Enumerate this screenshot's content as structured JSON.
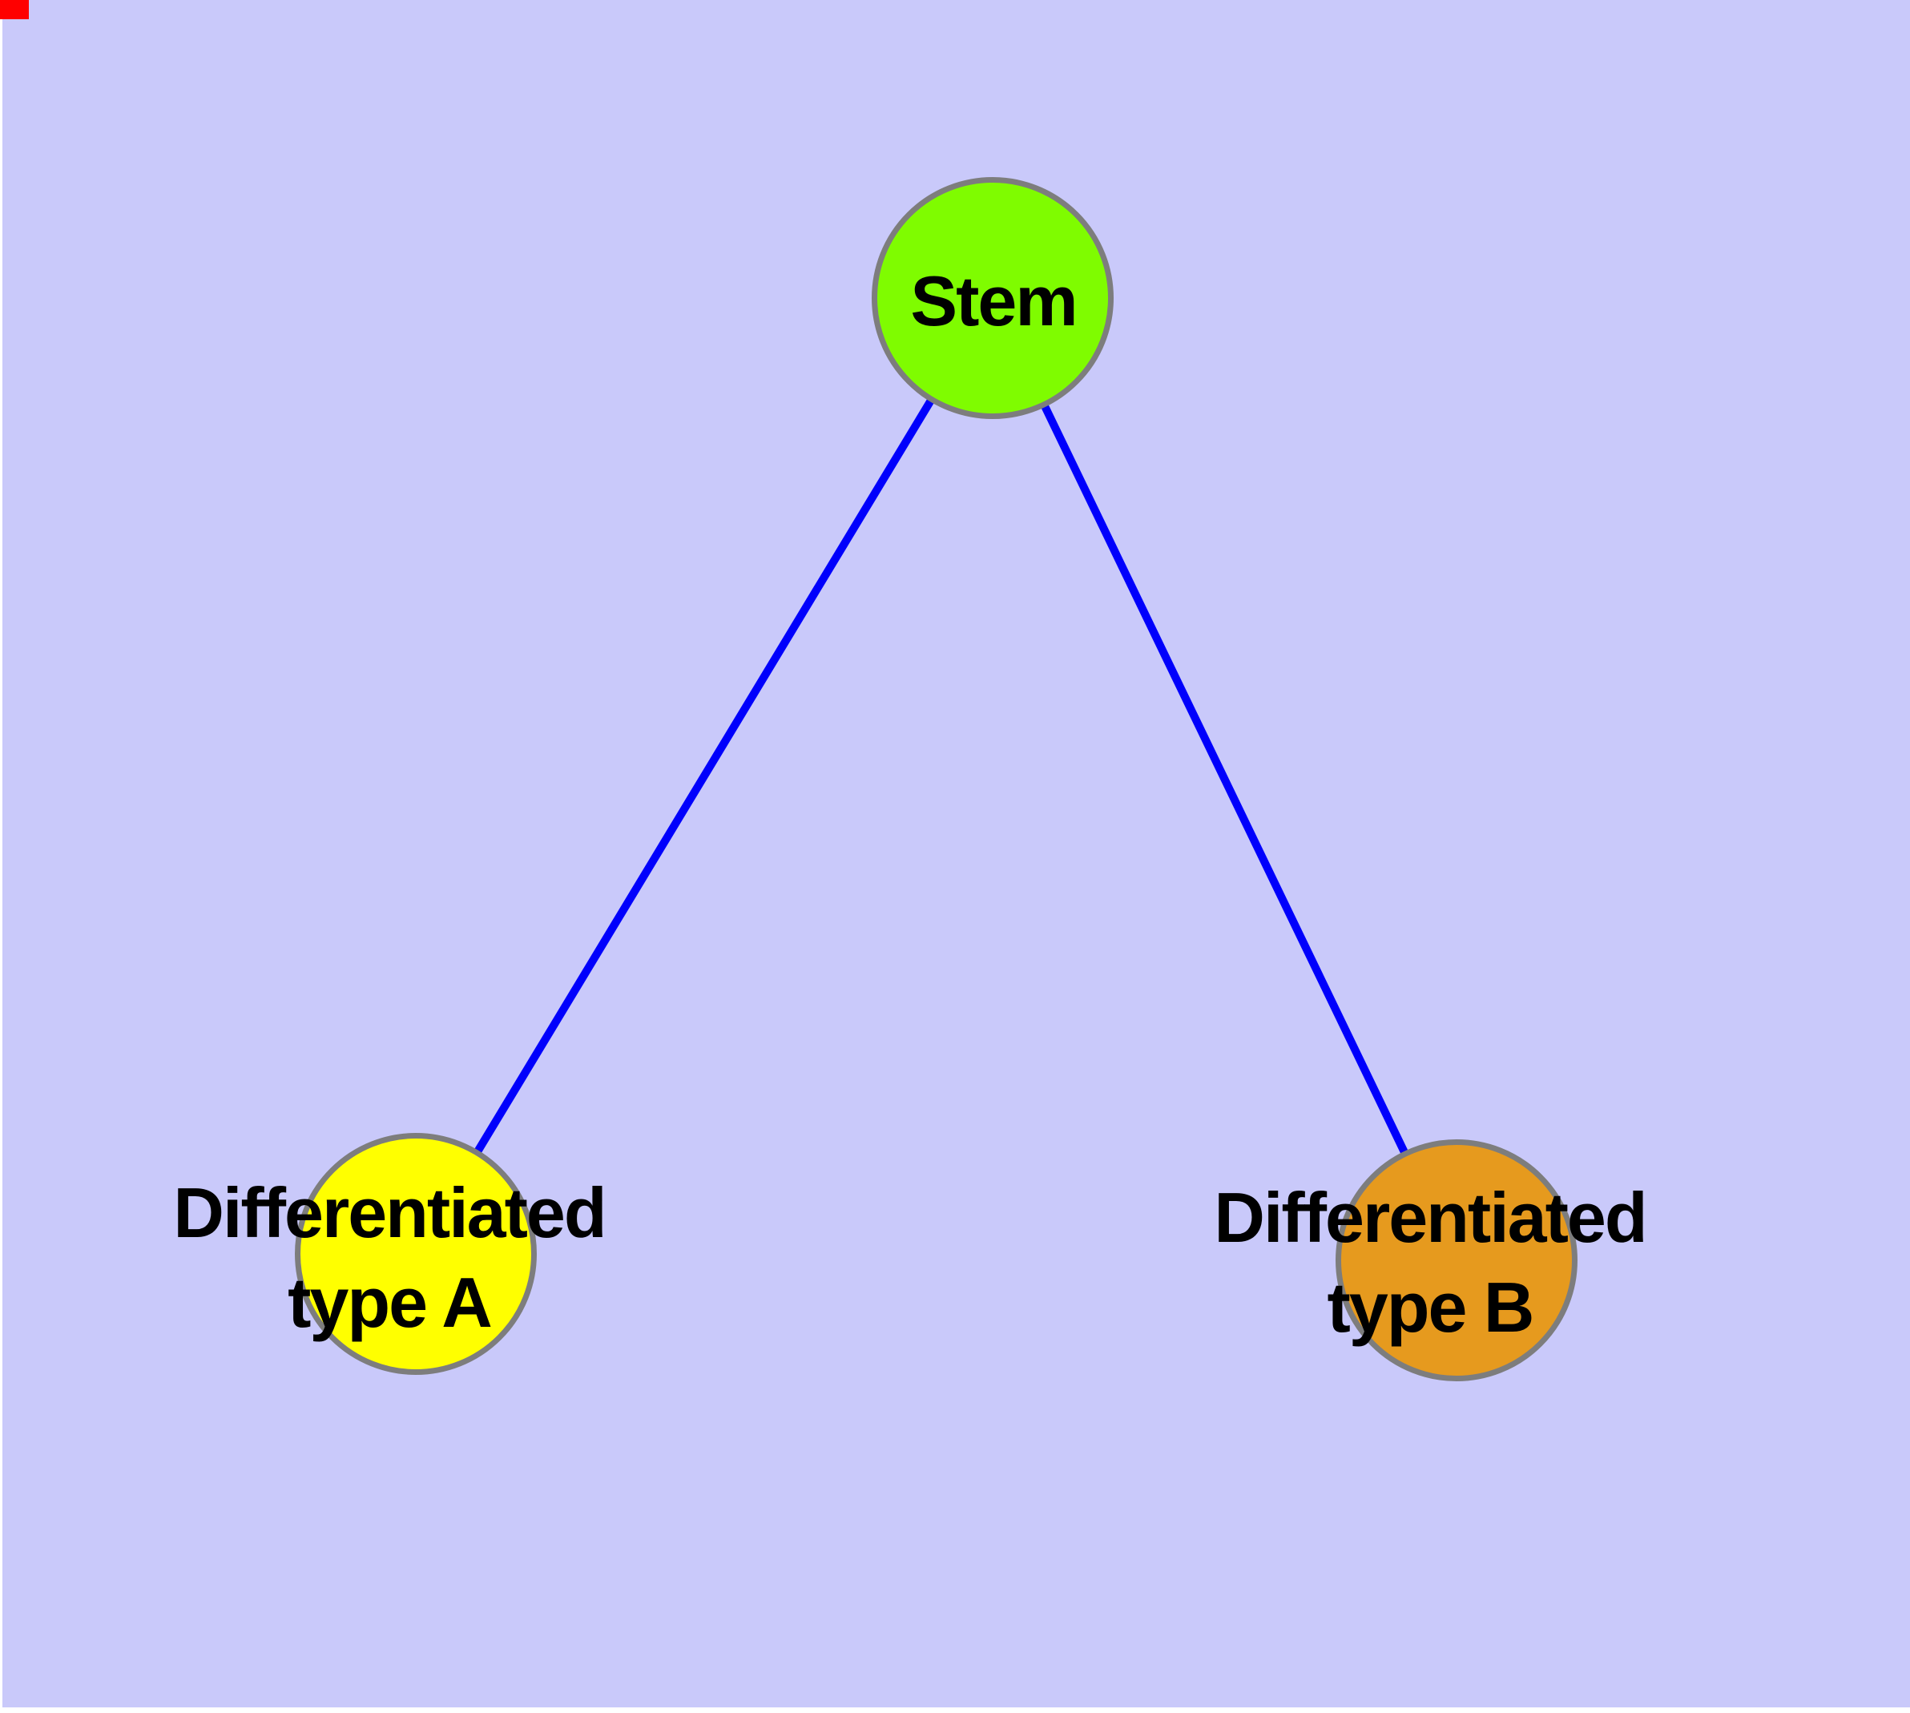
{
  "diagram": {
    "background_color": "#C9C9FA",
    "edge_color": "#0000FC",
    "node_border_color": "#7d7d7d",
    "label_color": "#000000",
    "corner_marker_color": "#FF0000",
    "nodes": [
      {
        "id": "stem",
        "label": "Stem",
        "fill": "#7FFC00"
      },
      {
        "id": "type-a",
        "label_line1": "Differentiated",
        "label_line2": "type A",
        "fill": "#FFFF00"
      },
      {
        "id": "type-b",
        "label_line1": "Differentiated",
        "label_line2": "type B",
        "fill": "#E69A1E"
      }
    ],
    "edges": [
      {
        "from": "stem",
        "to": "type-a"
      },
      {
        "from": "stem",
        "to": "type-b"
      }
    ]
  }
}
